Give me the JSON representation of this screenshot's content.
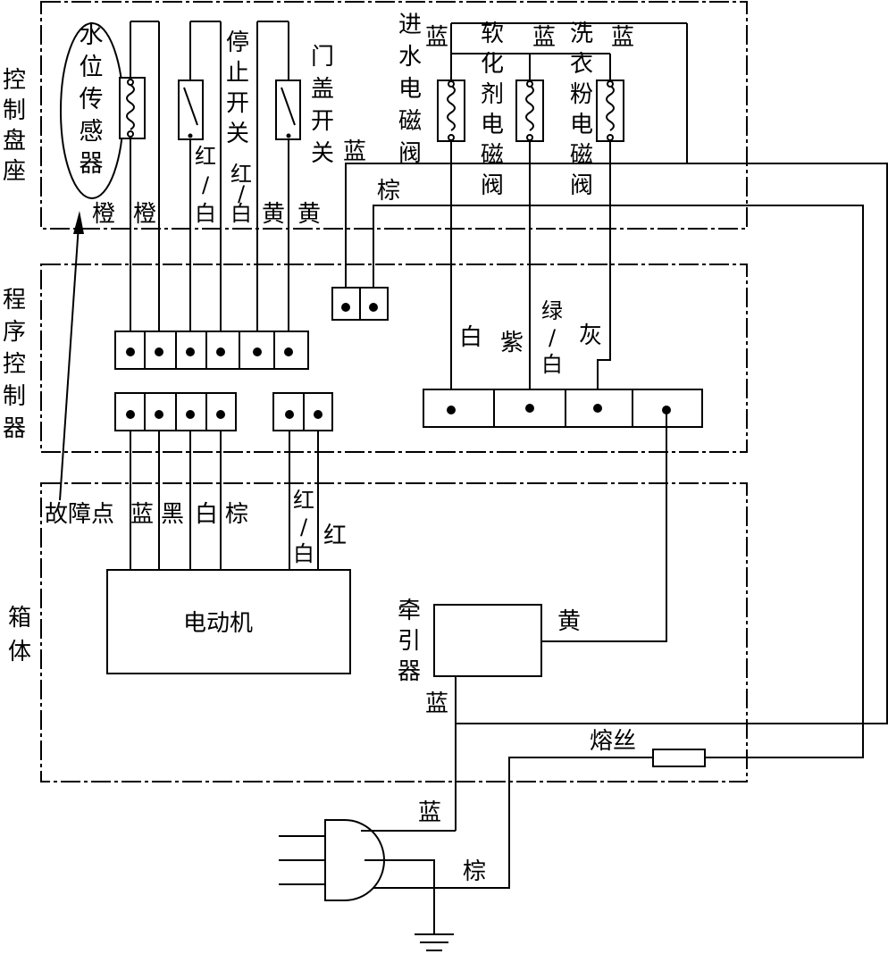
{
  "sections": {
    "control_panel": "控制盘座",
    "program_controller": "程序控制器",
    "cabinet": "箱体"
  },
  "components": {
    "water_level_sensor": "水位传感器",
    "stop_switch": "停止开关",
    "door_switch": "门盖开关",
    "inlet_valve": "进水电磁阀",
    "softener_valve": "软化剂电磁阀",
    "detergent_valve": "洗衣粉电磁阀",
    "motor": "电动机",
    "tractor": "牵引器",
    "fuse": "熔丝",
    "fault_point": "故障点"
  },
  "wire_colors": {
    "orange": "橙",
    "red_white": "红/白",
    "yellow": "黄",
    "blue": "蓝",
    "brown": "棕",
    "white": "白",
    "purple": "紫",
    "green_white": "绿/白",
    "gray": "灰",
    "black": "黑",
    "red": "红"
  }
}
